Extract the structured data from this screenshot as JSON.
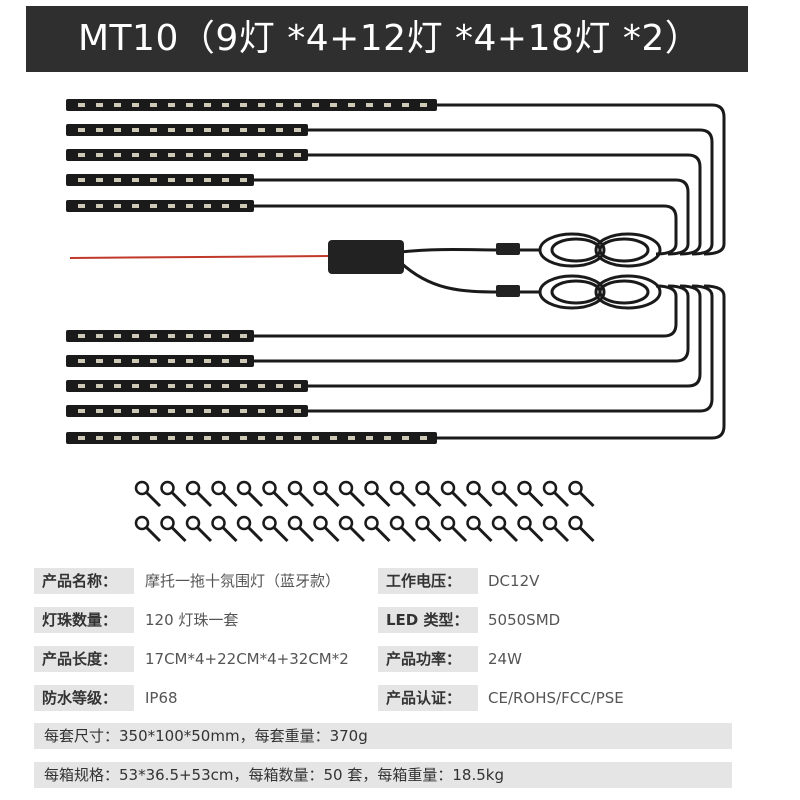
{
  "title": "MT10（9灯 *4+12灯 *4+18灯 *2）",
  "specs": [
    {
      "label1": "产品名称：",
      "value1": "摩托一拖十氛围灯（蓝牙款）",
      "label2": "工作电压：",
      "value2": "DC12V"
    },
    {
      "label1": "灯珠数量：",
      "value1": "120 灯珠一套",
      "label2": "LED 类型：",
      "value2": "5050SMD"
    },
    {
      "label1": "产品长度：",
      "value1": "17CM*4+22CM*4+32CM*2",
      "label2": "产品功率：",
      "value2": "24W"
    },
    {
      "label1": "防水等级：",
      "value1": "IP68",
      "label2": "产品认证：",
      "value2": "CE/ROHS/FCC/PSE"
    }
  ],
  "packing": [
    "每套尺寸：350*100*50mm，每套重量：370g",
    "每箱规格：53*36.5+53cm，每箱数量：50 套，每箱重量：18.5kg"
  ],
  "colors": {
    "banner": "#2f2f2f",
    "label_bg": "#e5e5e5",
    "strip": "#1a1a1a",
    "led": "#cfc9b8"
  }
}
